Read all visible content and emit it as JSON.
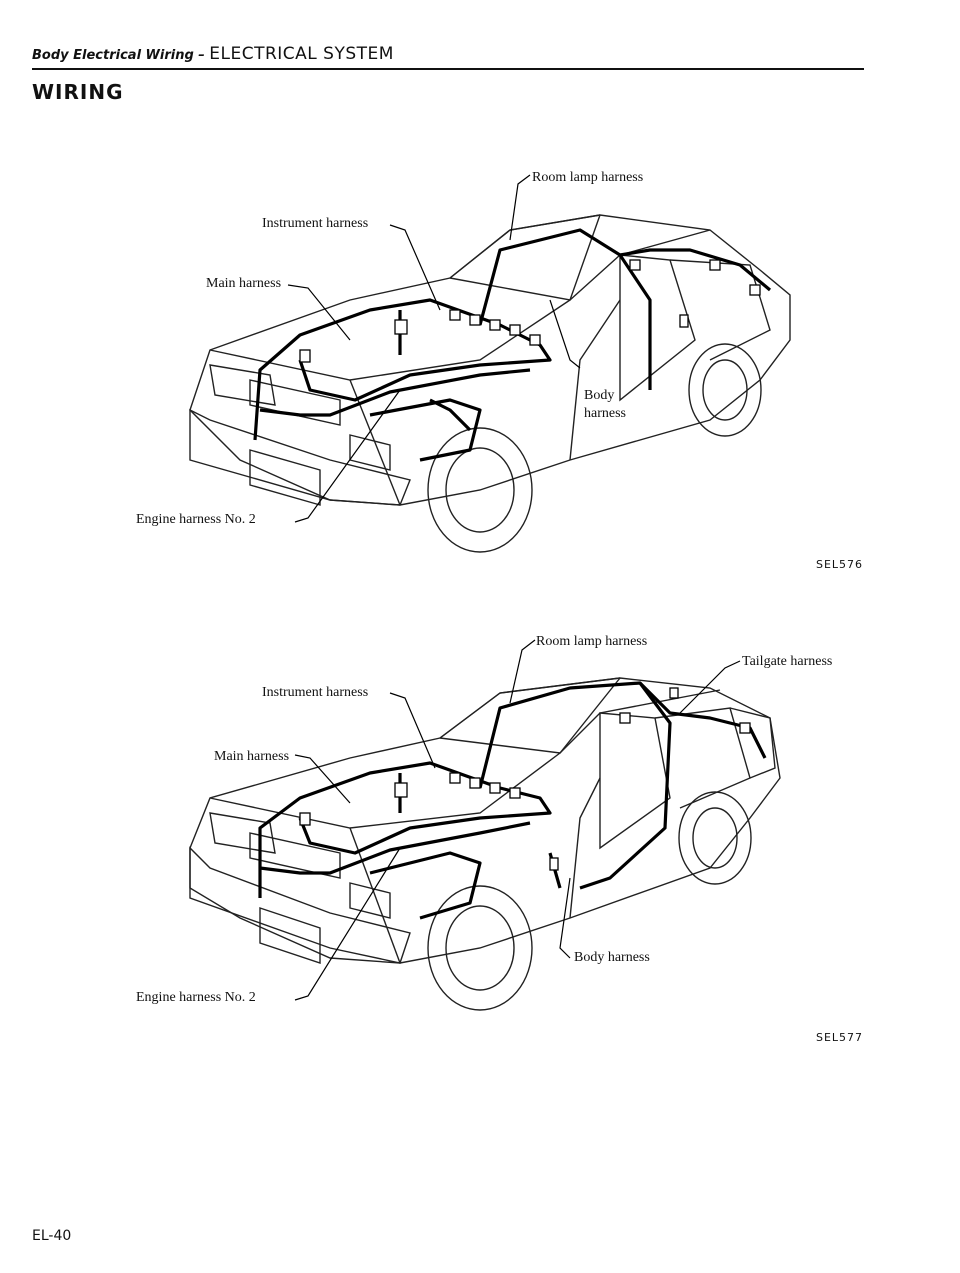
{
  "header": {
    "section_name": "Body Electrical Wiring –",
    "chapter": "ELECTRICAL SYSTEM"
  },
  "page_title": "WIRING",
  "figures": [
    {
      "code": "SEL576",
      "labels": {
        "room_lamp": "Room lamp harness",
        "instrument": "Instrument harness",
        "main": "Main harness",
        "body_1": "Body",
        "body_2": "harness",
        "engine": "Engine harness No. 2"
      }
    },
    {
      "code": "SEL577",
      "labels": {
        "room_lamp": "Room lamp harness",
        "tailgate": "Tailgate harness",
        "instrument": "Instrument harness",
        "main": "Main harness",
        "body": "Body harness",
        "engine": "Engine harness No. 2"
      }
    }
  ],
  "page_number": "EL-40"
}
